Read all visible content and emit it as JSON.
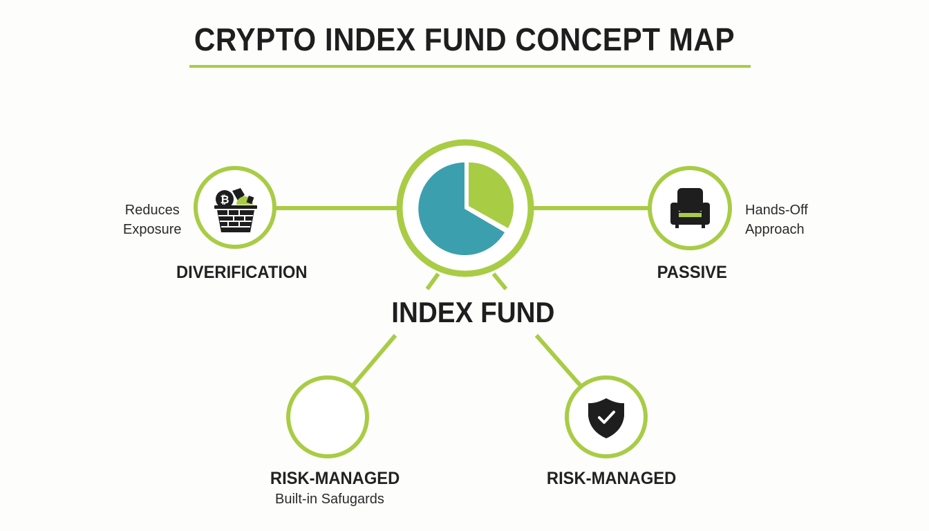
{
  "title": "CRYPTO INDEX FUND CONCEPT MAP",
  "colors": {
    "accent": "#a9cc45",
    "teal": "#3c9fae",
    "text": "#1f1f1f",
    "icon": "#1e1e1e",
    "background": "#fdfdfc"
  },
  "center": {
    "label": "INDEX FUND",
    "icon": "pie-chart-icon"
  },
  "nodes": [
    {
      "id": "diversification",
      "title": "DIVERIFICATION",
      "subtitle_lines": [
        "Reduces",
        "Exposure"
      ],
      "icon": "crypto-basket-icon"
    },
    {
      "id": "passive",
      "title": "PASSIVE",
      "subtitle_lines": [
        "Hands-Off",
        "Approach"
      ],
      "icon": "armchair-icon"
    },
    {
      "id": "risk-managed-left",
      "title": "RISK-MANAGED",
      "subtitle": "Built-in Safugards",
      "icon": "empty-circle"
    },
    {
      "id": "risk-managed-right",
      "title": "RISK-MANAGED",
      "icon": "shield-check-icon"
    }
  ]
}
